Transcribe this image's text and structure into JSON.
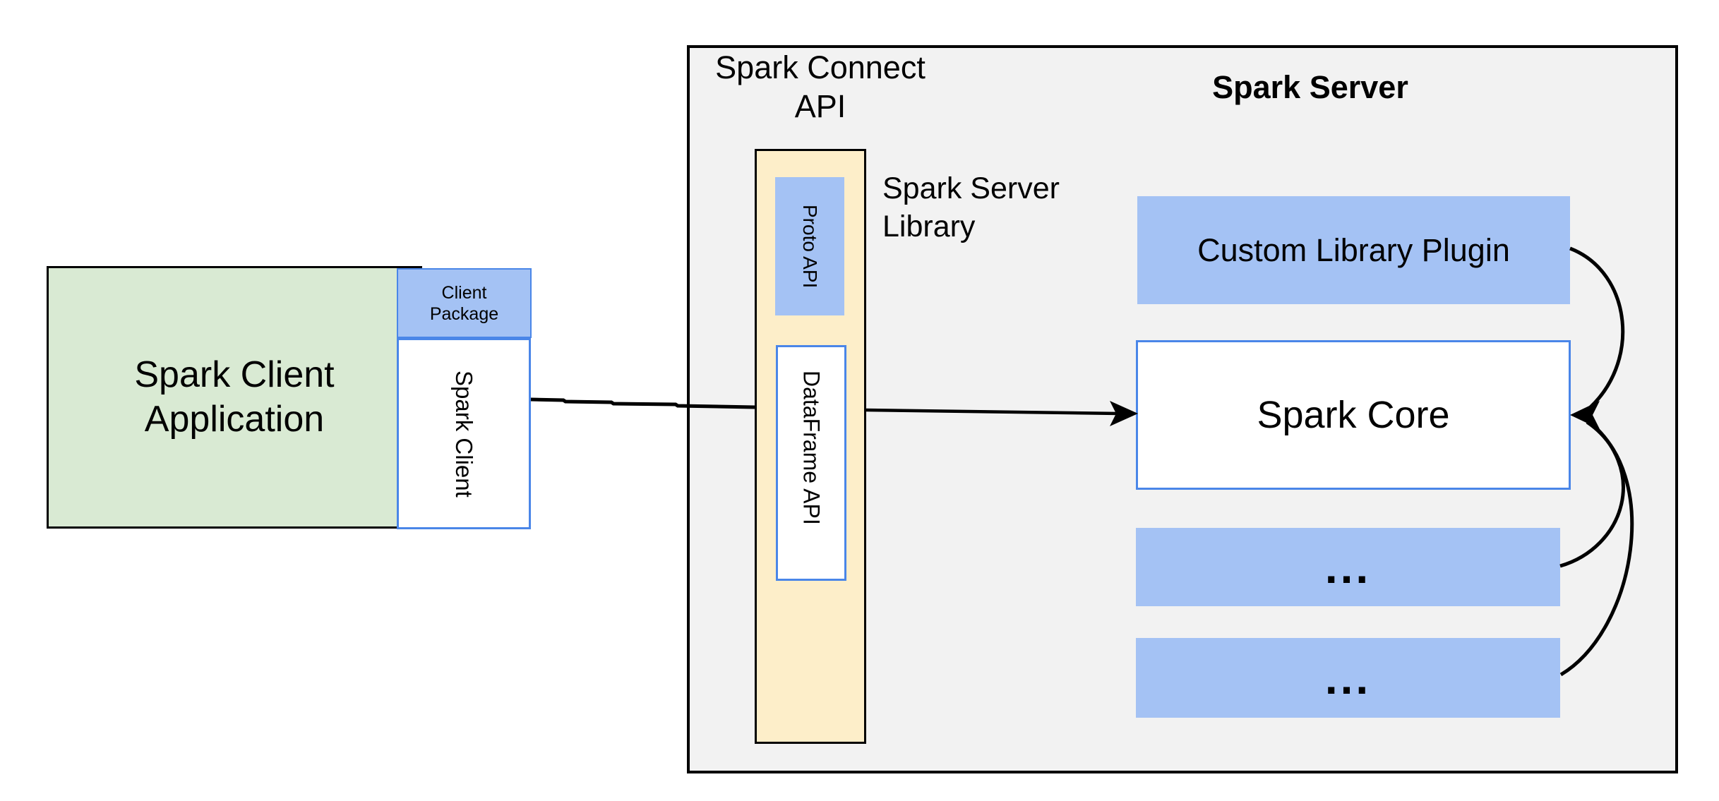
{
  "colors": {
    "container_fill": "#f2f2f2",
    "container_border": "#000000",
    "green_fill": "#d9ead3",
    "blue_fill": "#a4c2f4",
    "yellow_fill": "#fdeec9",
    "blue_border": "#4a86e8",
    "connector_line": "#000000",
    "text": "#000000"
  },
  "client_app": {
    "title_line1": "Spark Client",
    "title_line2": "Application",
    "package_line1": "Client",
    "package_line2": "Package",
    "client_box_label": "Spark Client"
  },
  "connect_api": {
    "title_line1": "Spark Connect",
    "title_line2": "API",
    "proto_box_label": "Proto API",
    "dataframe_box_label": "DataFrame API",
    "library_line1": "Spark Server",
    "library_line2": "Library"
  },
  "server": {
    "title": "Spark Server",
    "plugin_box_label": "Custom Library Plugin",
    "core_box_label": "Spark Core",
    "more_box_1_label": "...",
    "more_box_2_label": "..."
  }
}
